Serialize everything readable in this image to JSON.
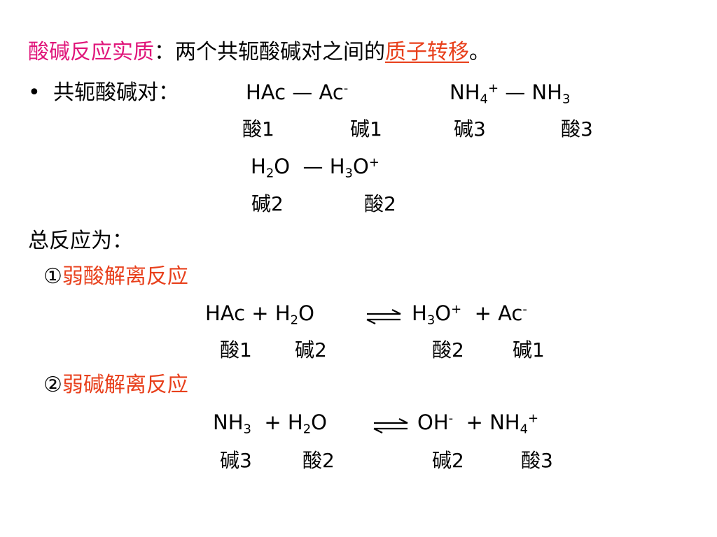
{
  "heading": {
    "term": "酸碱反应实质",
    "colon": "：两个共轭酸碱对之间的",
    "highlight": "质子转移",
    "end": "。"
  },
  "pairs": {
    "bullet": "•",
    "label": "共轭酸碱对：",
    "pair1": {
      "acid_base_line": [
        "HAc — Ac",
        "-"
      ],
      "left_role": "酸1",
      "right_role": "碱1"
    },
    "pair2": {
      "left_role": "碱3",
      "right_role": "酸3"
    },
    "pair3": {
      "left_role": "碱2",
      "right_role": "酸2"
    }
  },
  "total_label": "总反应为：",
  "reaction1": {
    "title_num": "①",
    "title": "弱酸解离反应",
    "roles": [
      "酸1",
      "碱2",
      "酸2",
      "碱1"
    ]
  },
  "reaction2": {
    "title_num": "②",
    "title": "弱碱解离反应",
    "roles": [
      "碱3",
      "酸2",
      "碱2",
      "酸3"
    ]
  },
  "colors": {
    "term": "#e0157a",
    "accent": "#e8401c",
    "text": "#000000"
  }
}
